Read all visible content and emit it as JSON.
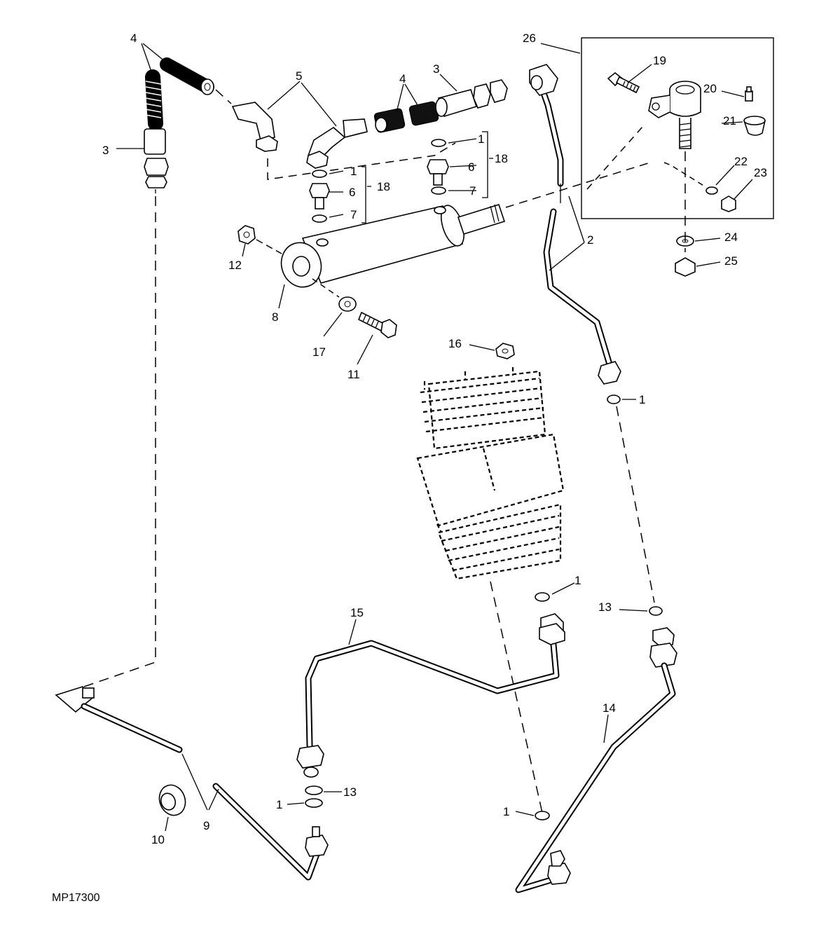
{
  "figure_id": "MP17300",
  "callouts": {
    "c1a": "1",
    "c1b": "1",
    "c1c": "1",
    "c1d": "1",
    "c1e": "1",
    "c1f": "1",
    "c2": "2",
    "c3a": "3",
    "c3b": "3",
    "c4a": "4",
    "c4b": "4",
    "c5": "5",
    "c6a": "6",
    "c6b": "6",
    "c7a": "7",
    "c7b": "7",
    "c8": "8",
    "c9": "9",
    "c10": "10",
    "c11": "11",
    "c12": "12",
    "c13a": "13",
    "c13b": "13",
    "c14": "14",
    "c15": "15",
    "c16": "16",
    "c17": "17",
    "c18a": "18",
    "c18b": "18",
    "c19": "19",
    "c20": "20",
    "c21": "21",
    "c22": "22",
    "c23": "23",
    "c24": "24",
    "c25": "25",
    "c26": "26"
  }
}
